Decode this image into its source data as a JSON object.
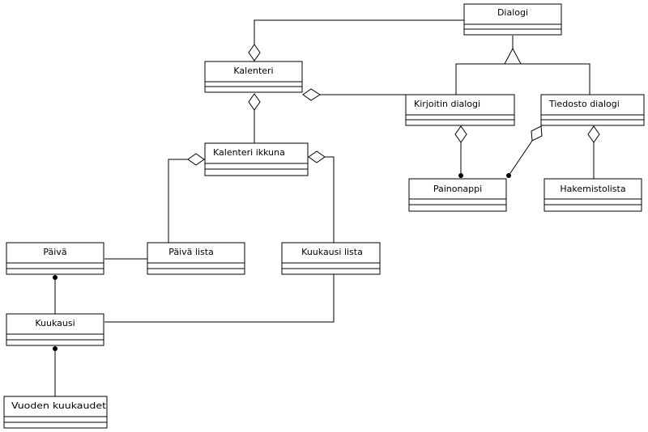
{
  "diagram": {
    "classes": {
      "dialogi": "Dialogi",
      "kalenteri": "Kalenteri",
      "kirjoitin_dialogi": "Kirjoitin dialogi",
      "tiedosto_dialogi": "Tiedosto dialogi",
      "kalenteri_ikkuna": "Kalenteri ikkuna",
      "painonappi": "Painonappi",
      "hakemistolista": "Hakemistolista",
      "paiva": "Päivä",
      "paiva_lista": "Päivä lista",
      "kuukausi_lista": "Kuukausi lista",
      "kuukausi": "Kuukausi",
      "vuoden_kuukaudet": "Vuoden kuukaudet"
    },
    "colors": {
      "stroke": "#000000",
      "background": "#ffffff"
    }
  }
}
